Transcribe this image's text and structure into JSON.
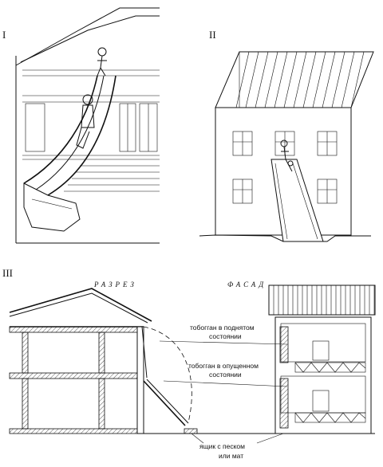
{
  "panels": [
    {
      "label": "I"
    },
    {
      "label": "II"
    },
    {
      "label": "III"
    }
  ],
  "section": {
    "header_left": "РАЗРЕЗ",
    "header_right": "ФАСАД"
  },
  "callouts": {
    "raised": [
      "тобогган в поднятом",
      "состоянии"
    ],
    "lowered": [
      "тобогган в опущенном",
      "состоянии"
    ],
    "sandbox": [
      "ящик с песком",
      "или мат"
    ]
  }
}
